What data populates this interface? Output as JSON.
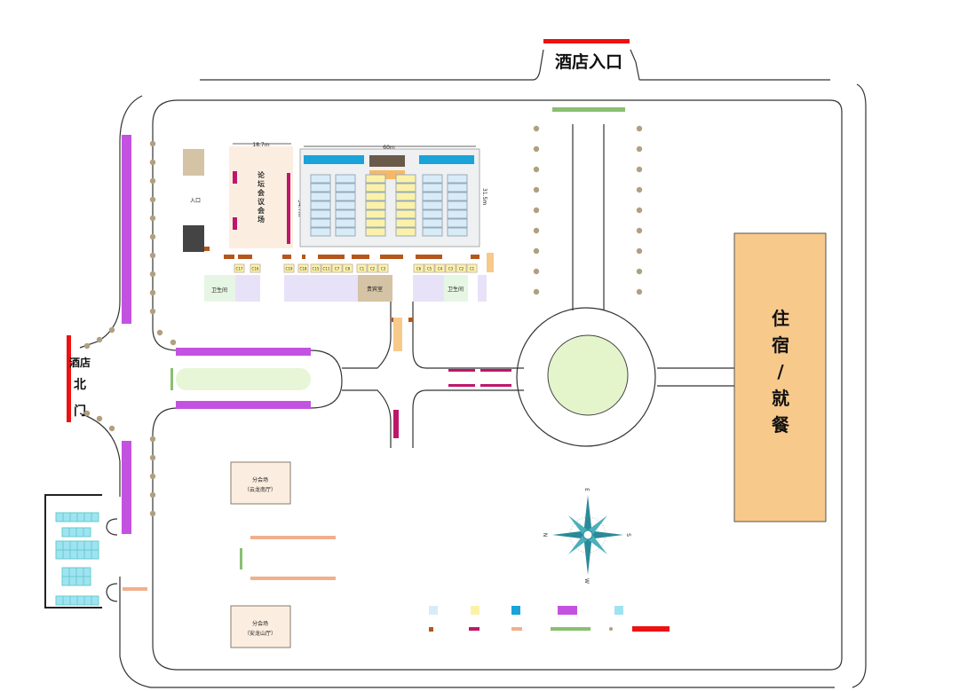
{
  "entrances": {
    "main": "酒店入口",
    "north_gate": [
      "酒店",
      "北",
      "门"
    ]
  },
  "lodging": [
    "住",
    "宿",
    "/",
    "就",
    "餐"
  ],
  "forum_hall": {
    "label": [
      "论",
      "坛",
      "会",
      "议",
      "会",
      "场"
    ],
    "width": "18.7m",
    "height": "34.7m"
  },
  "exhibit_hall": {
    "width": "60m",
    "height": "31.5m"
  },
  "entry_label": "入口",
  "restrooms": [
    "卫生间",
    "卫生间"
  ],
  "vip_room": "贵宾室",
  "sub_venues": [
    {
      "title": "分会场",
      "name": "（云龙南厅）"
    },
    {
      "title": "分会场",
      "name": "（安龙山厅）"
    }
  ],
  "booths_c": [
    "C17",
    "C16",
    "C19",
    "C18",
    "C15",
    "C11",
    "C7",
    "C8",
    "C1",
    "C2",
    "C3",
    "C6",
    "C5",
    "C4",
    "C3",
    "C2",
    "C1"
  ],
  "compass": {
    "n": "N",
    "e": "E",
    "s": "S",
    "w": "W"
  },
  "colors": {
    "road_line": "#333333",
    "entrance": "#ee1111",
    "lodging": "#f7c98b",
    "forum": "#fbeee0",
    "booth_blue": "#d8ecf8",
    "booth_yellow": "#fbf2a8",
    "booth_cyan": "#9fe3f2",
    "booth_deep": "#1aa3d9",
    "purple": "#c452e0",
    "magenta": "#c0166a",
    "brown": "#b5561a",
    "salmon": "#f0b08c",
    "green": "#88c070",
    "tree": "#b0a080",
    "restroom": "#e6f6e4",
    "lavender": "#e8e2f8",
    "vip": "#d4c3a4"
  }
}
